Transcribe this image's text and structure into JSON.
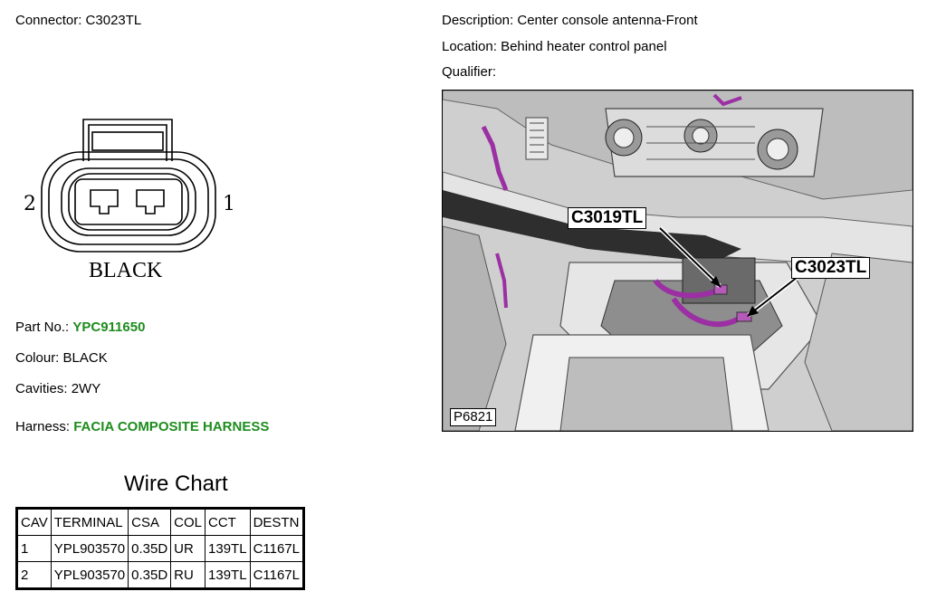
{
  "connector": {
    "label": "Connector:",
    "value": "C3023TL",
    "pin_left": "2",
    "pin_right": "1",
    "color_text": "BLACK"
  },
  "details": {
    "part_no_label": "Part No.:",
    "part_no_value": "YPC911650",
    "colour_label": "Colour:",
    "colour_value": "BLACK",
    "cavities_label": "Cavities:",
    "cavities_value": "2WY",
    "harness_label": "Harness:",
    "harness_value": "FACIA COMPOSITE HARNESS"
  },
  "info": {
    "description_label": "Description:",
    "description_value": "Center console antenna-Front",
    "location_label": "Location:",
    "location_value": "Behind heater control panel",
    "qualifier_label": "Qualifier:",
    "qualifier_value": ""
  },
  "photo": {
    "callout_1": "C3019TL",
    "callout_2": "C3023TL",
    "ref": "P6821"
  },
  "wire_chart": {
    "title": "Wire Chart",
    "headers": [
      "CAV",
      "TERMINAL",
      "CSA",
      "COL",
      "CCT",
      "DESTN"
    ],
    "rows": [
      [
        "1",
        "YPL903570",
        "0.35D",
        "UR",
        "139TL",
        "C1167L"
      ],
      [
        "2",
        "YPL903570",
        "0.35D",
        "RU",
        "139TL",
        "C1167L"
      ]
    ]
  },
  "colors": {
    "link_green": "#1e8c1e",
    "wire_purple": "#9b2fa3"
  }
}
